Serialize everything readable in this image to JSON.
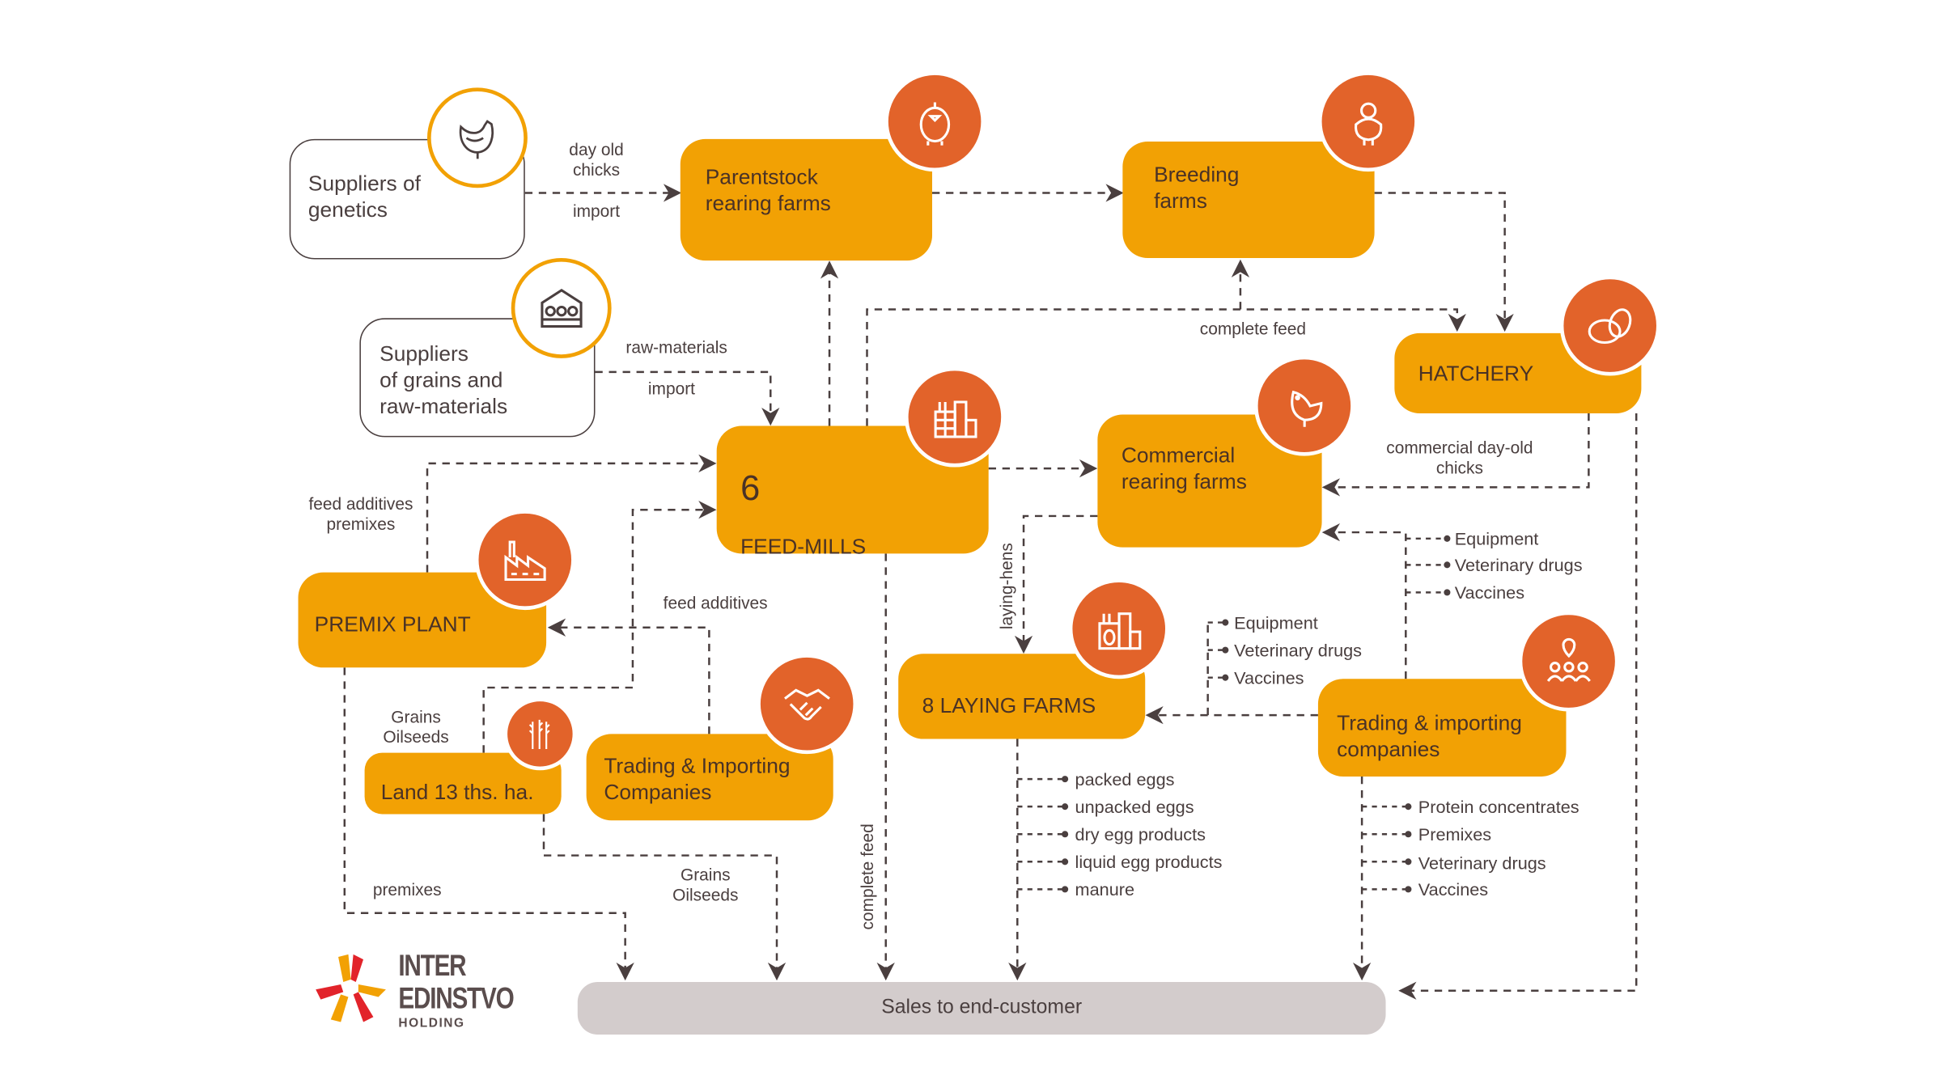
{
  "colors": {
    "box": "#f2a104",
    "icon_circle": "#e2632a",
    "text": "#4a3f3f",
    "sales": "#d3cccc"
  },
  "nodes": {
    "genetics": {
      "label": "Suppliers of\ngenetics",
      "icon": "hen-icon"
    },
    "parentstock": {
      "label": "Parentstock\nrearing farms",
      "icon": "chick-icon"
    },
    "breeding": {
      "label": "Breeding\nfarms",
      "icon": "chicken-icon"
    },
    "hatchery": {
      "label": "HATCHERY",
      "icon": "egg-icon"
    },
    "grains": {
      "label": "Suppliers\nof grains and\nraw-materials",
      "icon": "greenhouse-icon"
    },
    "feedmills": {
      "count": "6",
      "label": "FEED-MILLS",
      "icon": "factory-icon"
    },
    "commercial": {
      "label": "Commercial\nrearing farms",
      "icon": "bird-icon"
    },
    "premix": {
      "label": "PREMIX PLANT",
      "icon": "plant-icon"
    },
    "land": {
      "label": "Land 13 ths. ha.",
      "icon": "wheat-icon"
    },
    "trading_left": {
      "label": "Trading & Importing\nCompanies",
      "icon": "handshake-icon"
    },
    "laying": {
      "label": "8 LAYING FARMS",
      "icon": "egg-factory-icon"
    },
    "trading_right": {
      "label": "Trading & importing\ncompanies",
      "icon": "people-location-icon"
    },
    "sales": {
      "label": "Sales to end-customer"
    }
  },
  "edge_labels": {
    "day_old_chicks": "day old\nchicks",
    "import1": "import",
    "raw_materials": "raw-materials",
    "import2": "import",
    "complete_feed_top": "complete feed",
    "feed_additives_premixes": "feed additives\npremixes",
    "feed_additives": "feed additives",
    "grains_oilseeds_land": "Grains\nOilseeds",
    "commercial_day_old": "commercial day-old\nchicks",
    "laying_hens": "laying-hens",
    "premixes": "premixes",
    "grains_oilseeds_sales": "Grains\nOilseeds",
    "complete_feed_vertical": "complete feed"
  },
  "lists": {
    "commercial_inputs": [
      "Equipment",
      "Veterinary drugs",
      "Vaccines"
    ],
    "laying_inputs": [
      "Equipment",
      "Veterinary drugs",
      "Vaccines"
    ],
    "laying_outputs": [
      "packed eggs",
      "unpacked eggs",
      "dry egg products",
      "liquid egg products",
      "manure"
    ],
    "trading_outputs": [
      "Protein concentrates",
      "Premixes",
      "Veterinary drugs",
      "Vaccines"
    ]
  },
  "logo": {
    "line1": "INTER",
    "line2": "EDINSTVO",
    "line3": "HOLDING"
  }
}
